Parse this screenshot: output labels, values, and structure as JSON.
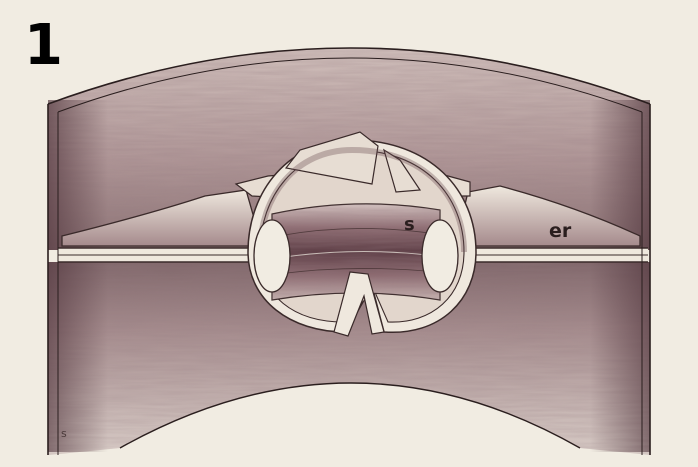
{
  "figure": {
    "panel_number": "1",
    "labels": {
      "s": "s",
      "er": "er",
      "corner_mark": "s"
    },
    "colors": {
      "paper": "#f1ece2",
      "ink": "#3a2a2a",
      "shade_dark": "#5e3f44",
      "shade_mid": "#8a6a6e",
      "shade_light": "#b8a2a2"
    }
  }
}
